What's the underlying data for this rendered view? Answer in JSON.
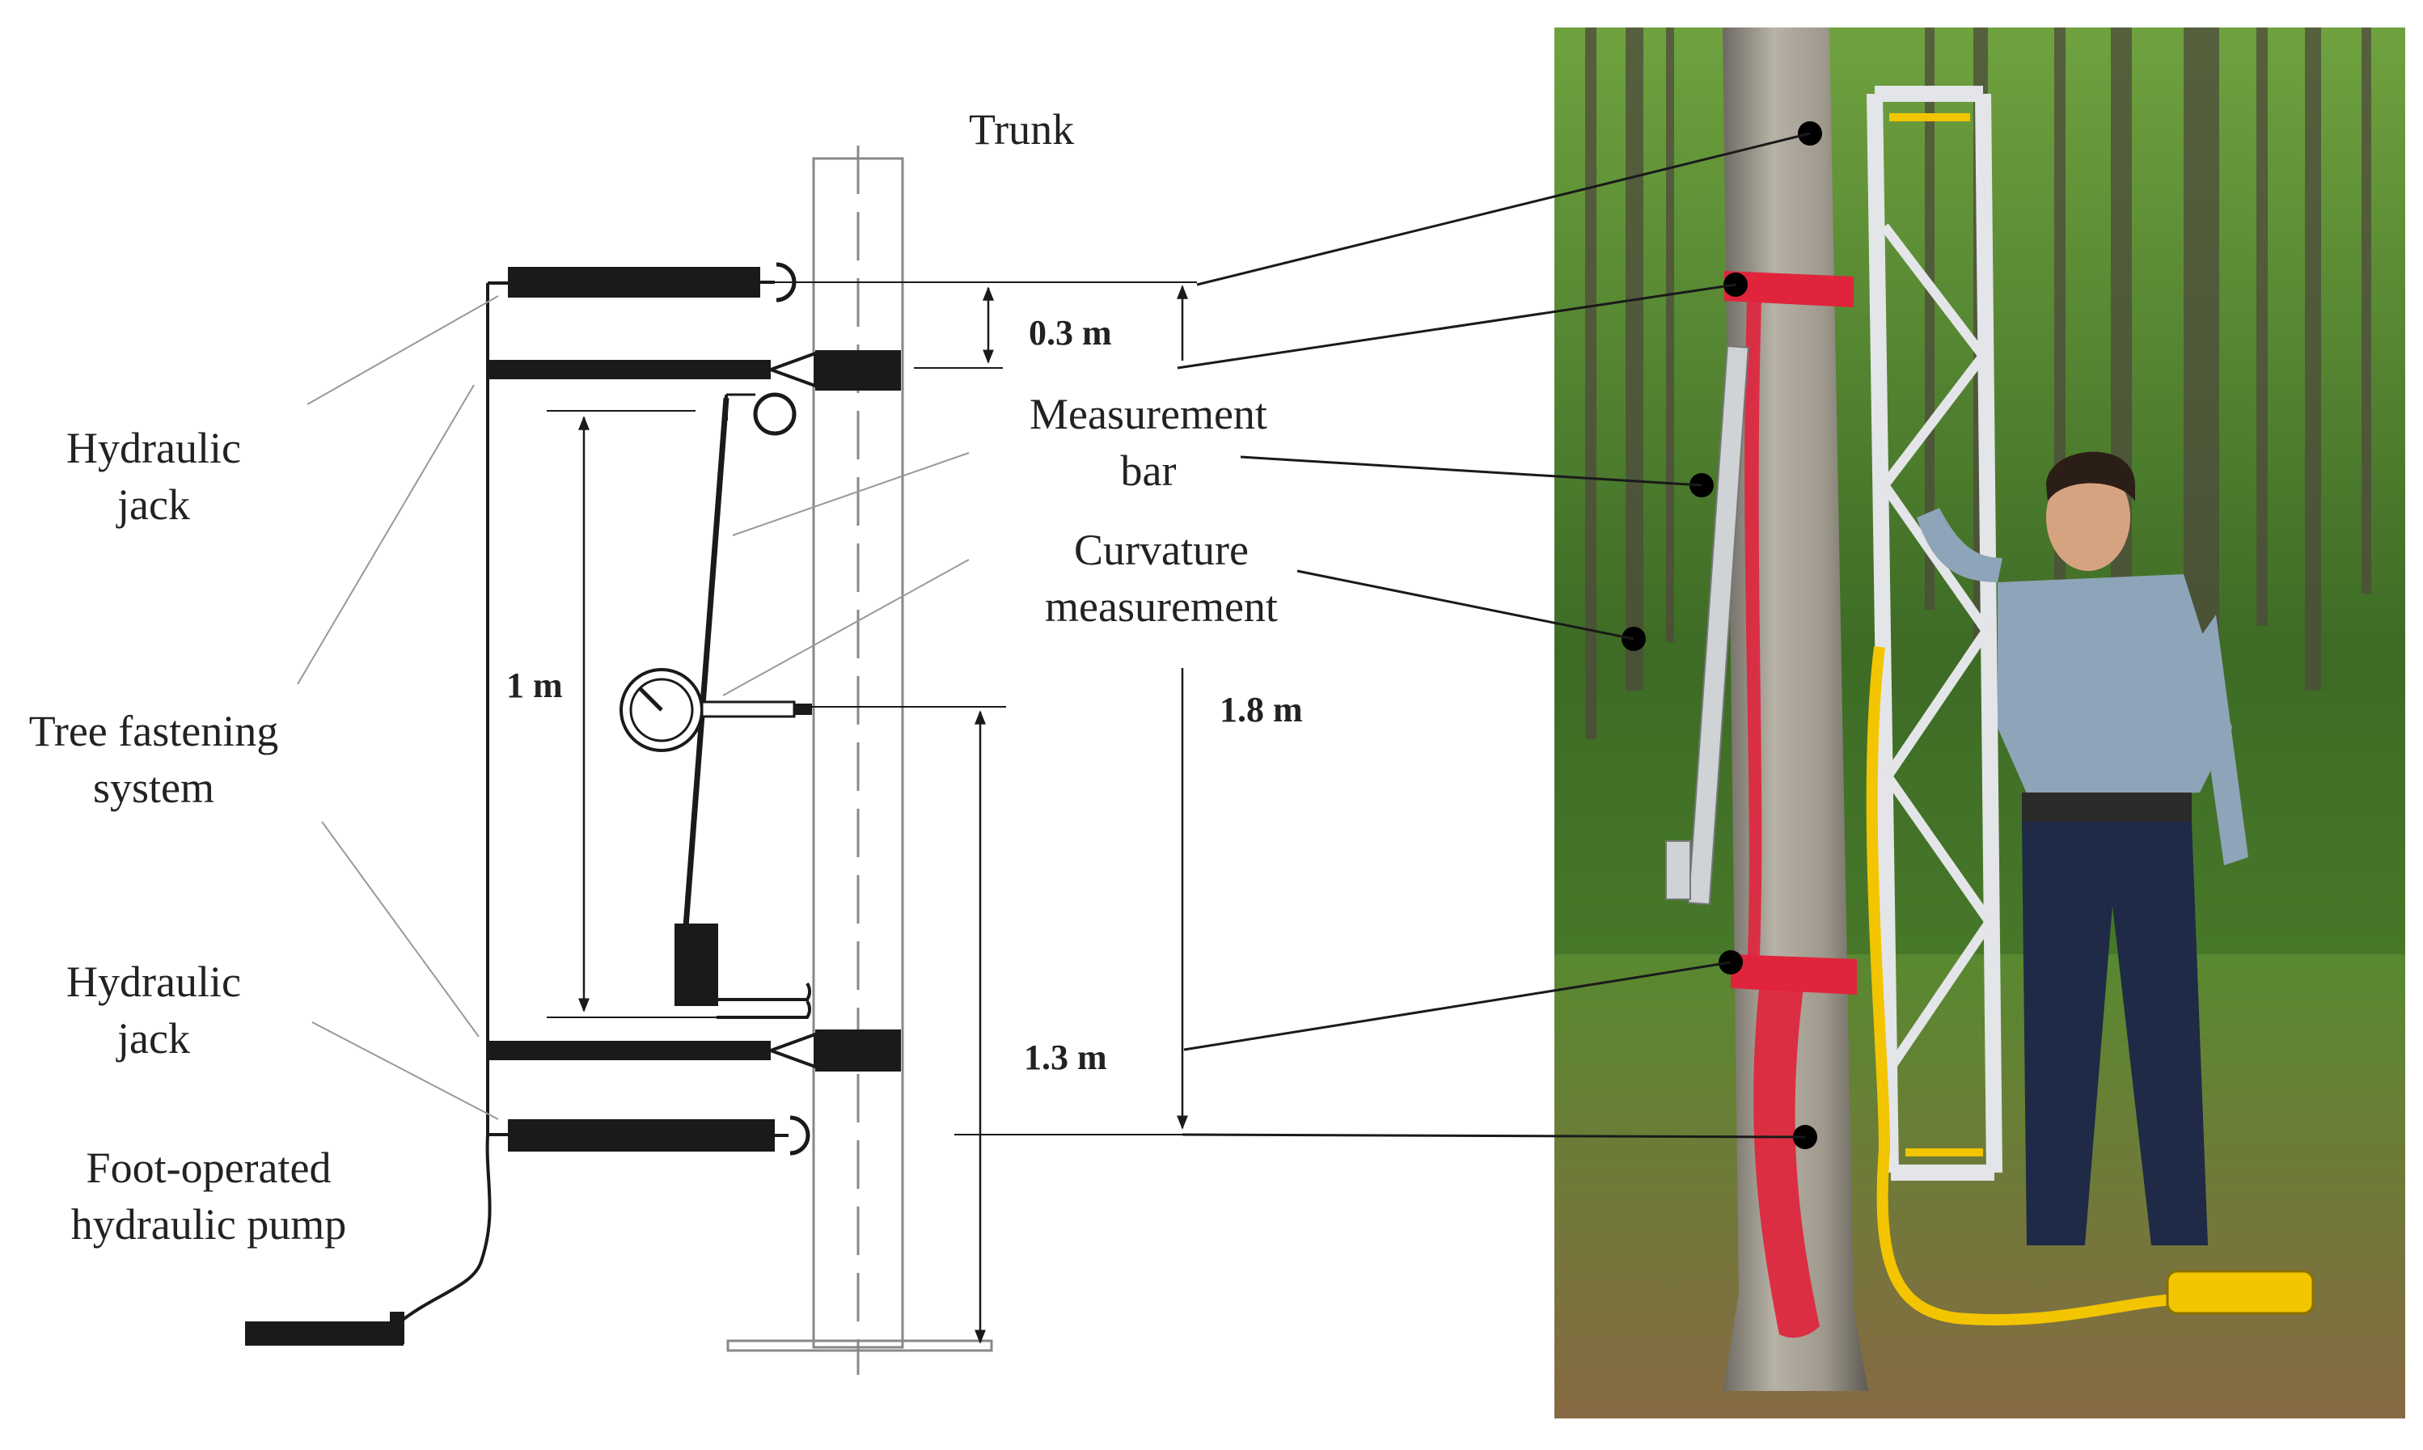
{
  "labels": {
    "trunk": "Trunk",
    "hydraulic_jack_top": [
      "Hydraulic",
      "jack"
    ],
    "tree_fastening_system": [
      "Tree fastening",
      "system"
    ],
    "hydraulic_jack_bottom": [
      "Hydraulic",
      "jack"
    ],
    "foot_pump": [
      "Foot-operated",
      "hydraulic pump"
    ],
    "measurement_bar": [
      "Measurement",
      "bar"
    ],
    "curvature_measurement": [
      "Curvature",
      "measurement"
    ]
  },
  "dimensions": {
    "d_top": "0.3 m",
    "d_1m": "1 m",
    "d_18m": "1.8 m",
    "d_13m": "1.3 m"
  },
  "colors": {
    "line": "#1a1a1a",
    "thin_line": "#888888",
    "leader_grey": "#999999",
    "strap_red": "#e0243c",
    "hose_yellow": "#f2c500",
    "frame_aluminium": "#d9dcdf",
    "foliage_dark": "#2f5a1e",
    "foliage_light": "#5f9438"
  }
}
